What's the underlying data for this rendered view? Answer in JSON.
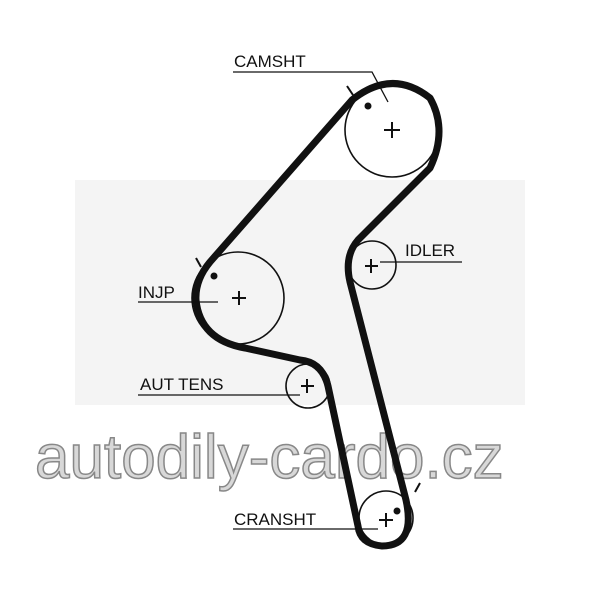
{
  "labels": {
    "camshaft": "CAMSHT",
    "injection_pump": "INJP",
    "idler": "IDLER",
    "auto_tensioner": "AUT TENS",
    "crankshaft": "CRANSHT"
  },
  "watermark": "autodily-cardo.cz"
}
